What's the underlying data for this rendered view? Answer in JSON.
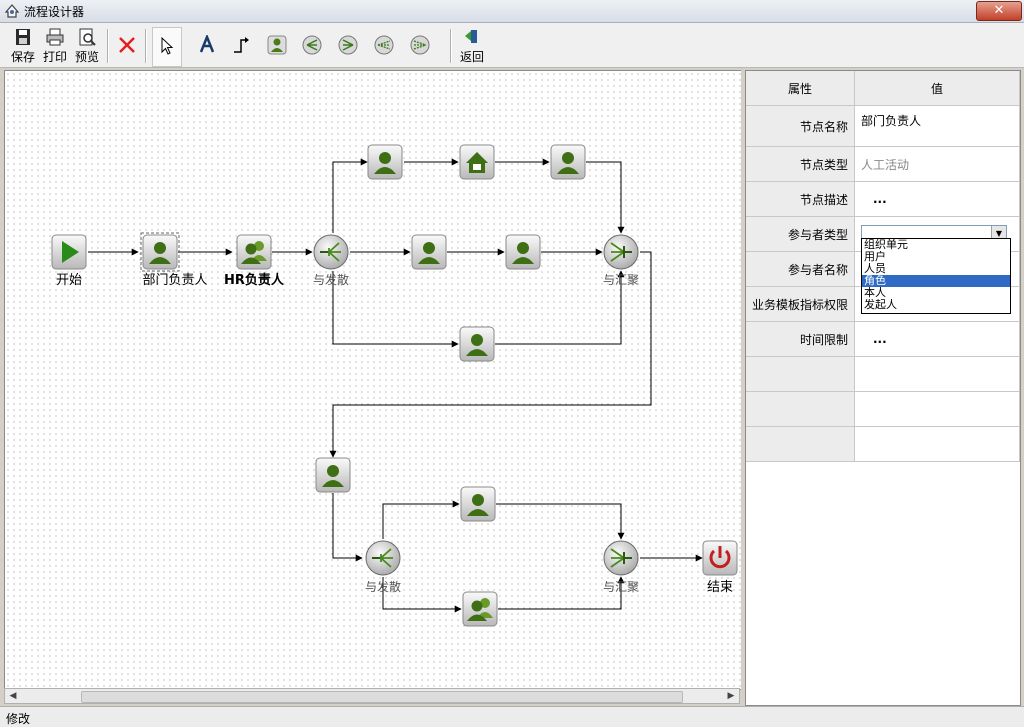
{
  "window": {
    "title": "流程设计器",
    "close_label": "✕"
  },
  "toolbar": {
    "save_label": "保存",
    "print_label": "打印",
    "preview_label": "预览",
    "back_label": "返回"
  },
  "canvas": {
    "labels": {
      "start": "开始",
      "dept_head": "部门负责人",
      "hr_head": "HR负责人",
      "split1": "与发散",
      "join1": "与汇聚",
      "split2": "与发散",
      "join2": "与汇聚",
      "end": "结束"
    }
  },
  "properties": {
    "header_property": "属性",
    "header_value": "值",
    "rows": [
      {
        "key": "节点名称",
        "value": "部门负责人"
      },
      {
        "key": "节点类型",
        "value": "人工活动"
      },
      {
        "key": "节点描述",
        "value": "..."
      },
      {
        "key": "参与者类型",
        "value": ""
      },
      {
        "key": "参与者名称",
        "value": ""
      },
      {
        "key": "业务模板指标权限",
        "value": ""
      },
      {
        "key": "时间限制",
        "value": "..."
      }
    ],
    "dropdown_options": [
      "组织单元",
      "用户",
      "人员",
      "角色",
      "本人",
      "发起人"
    ],
    "dropdown_selected_index": 3
  },
  "status": {
    "text": "修改"
  }
}
